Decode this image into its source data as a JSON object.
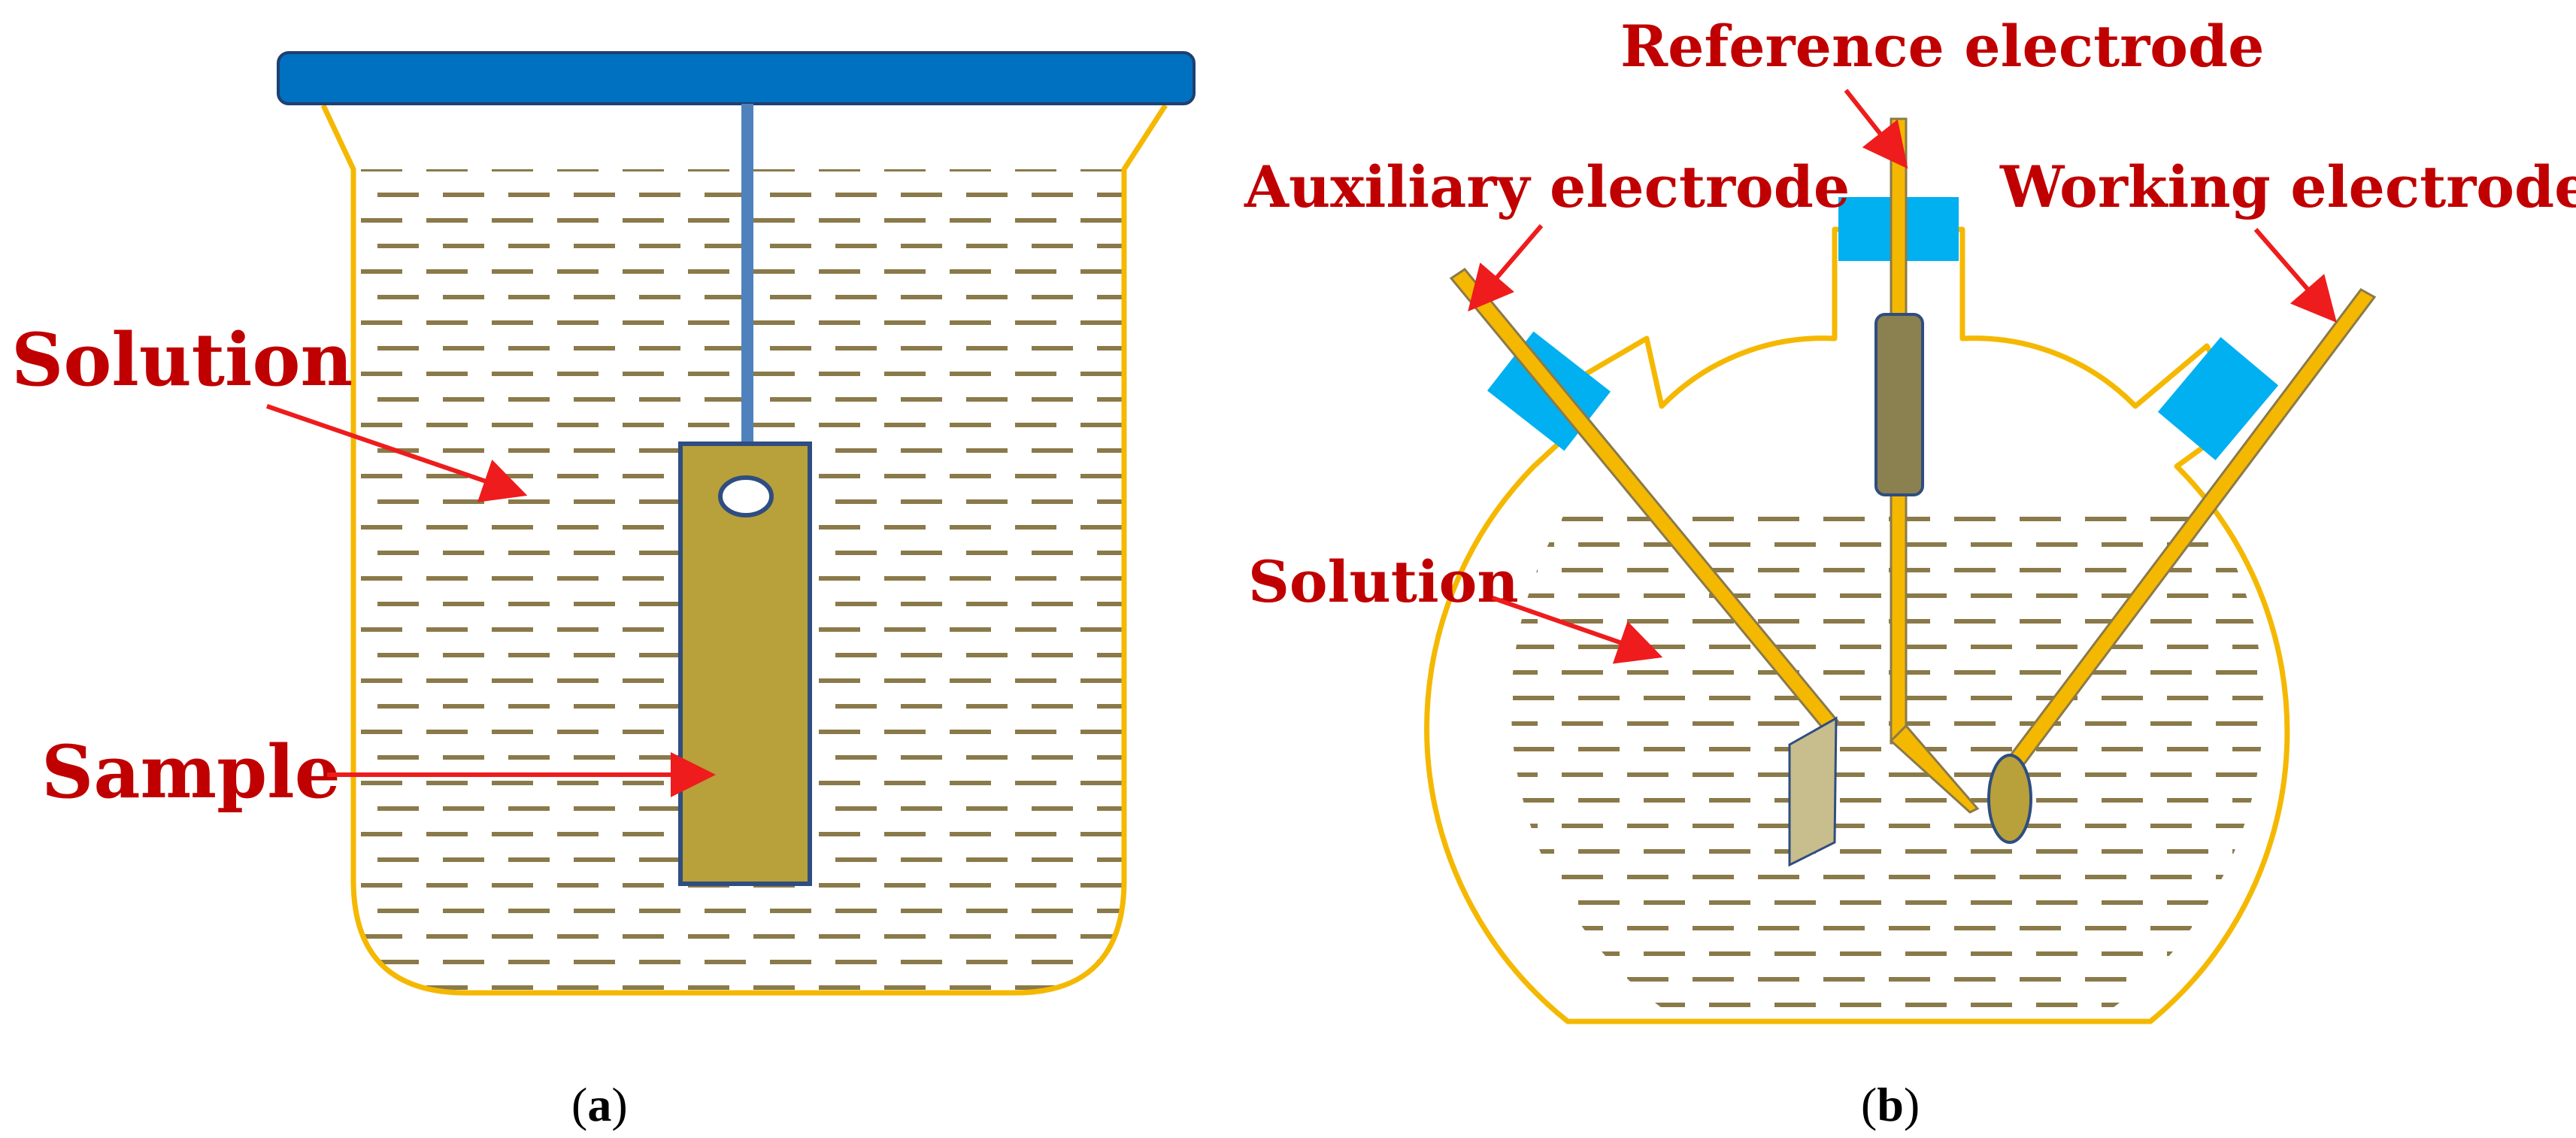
{
  "panel_a": {
    "labels": {
      "solution": "Solution",
      "sample": "Sample"
    },
    "caption_open": "(",
    "caption_letter": "a",
    "caption_close": ")"
  },
  "panel_b": {
    "labels": {
      "reference": "Reference electrode",
      "auxiliary": "Auxiliary electrode",
      "working": "Working electrode",
      "solution": "Solution"
    },
    "caption_open": "(",
    "caption_letter": "b",
    "caption_close": ")"
  },
  "colors": {
    "label_red": "#c00000",
    "arrow_red": "#ee1c1c",
    "vessel_outline": "#f5b800",
    "lid_blue": "#0070c0",
    "rod_blue": "#4f81bd",
    "sample_fill": "#b8a03a",
    "sample_edge": "#2f4d80",
    "stopper_cyan": "#00b0f0",
    "dash_olive": "#8a7a4a",
    "electrode_gold": "#f5b800",
    "ref_body": "#8b8050",
    "aux_plate": "#c8bd8c",
    "work_tip": "#b8a03a"
  }
}
